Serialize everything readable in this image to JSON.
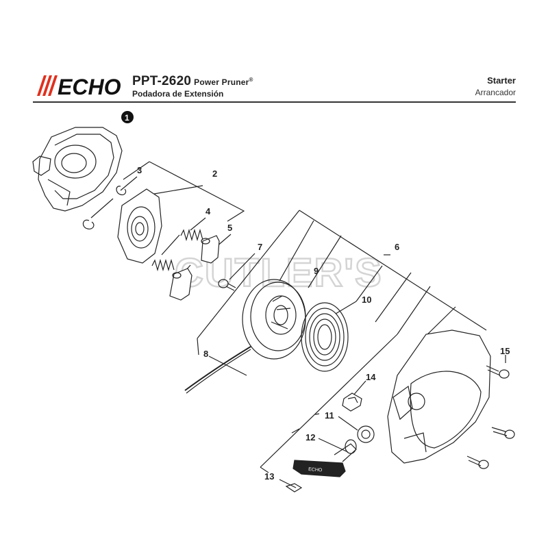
{
  "header": {
    "brand": "ECHO",
    "model": "PPT-2620",
    "model_desc": "Power Pruner",
    "reg_mark": "®",
    "subtitle": "Podadora de Extensión",
    "section_title": "Starter",
    "section_subtitle": "Arrancador"
  },
  "watermark": "CUTLER'S",
  "callouts": {
    "c1": "1",
    "c2": "2",
    "c3": "3",
    "c4": "4",
    "c5": "5",
    "c6": "6",
    "c7": "7",
    "c8": "8",
    "c9": "9",
    "c10": "10",
    "c11": "11",
    "c12": "12",
    "c13": "13",
    "c14": "14",
    "c15": "15"
  },
  "handle_text": "ECHO",
  "colors": {
    "brand_red": "#e0301e",
    "ink": "#222222",
    "watermark": "#d4d4d4"
  }
}
